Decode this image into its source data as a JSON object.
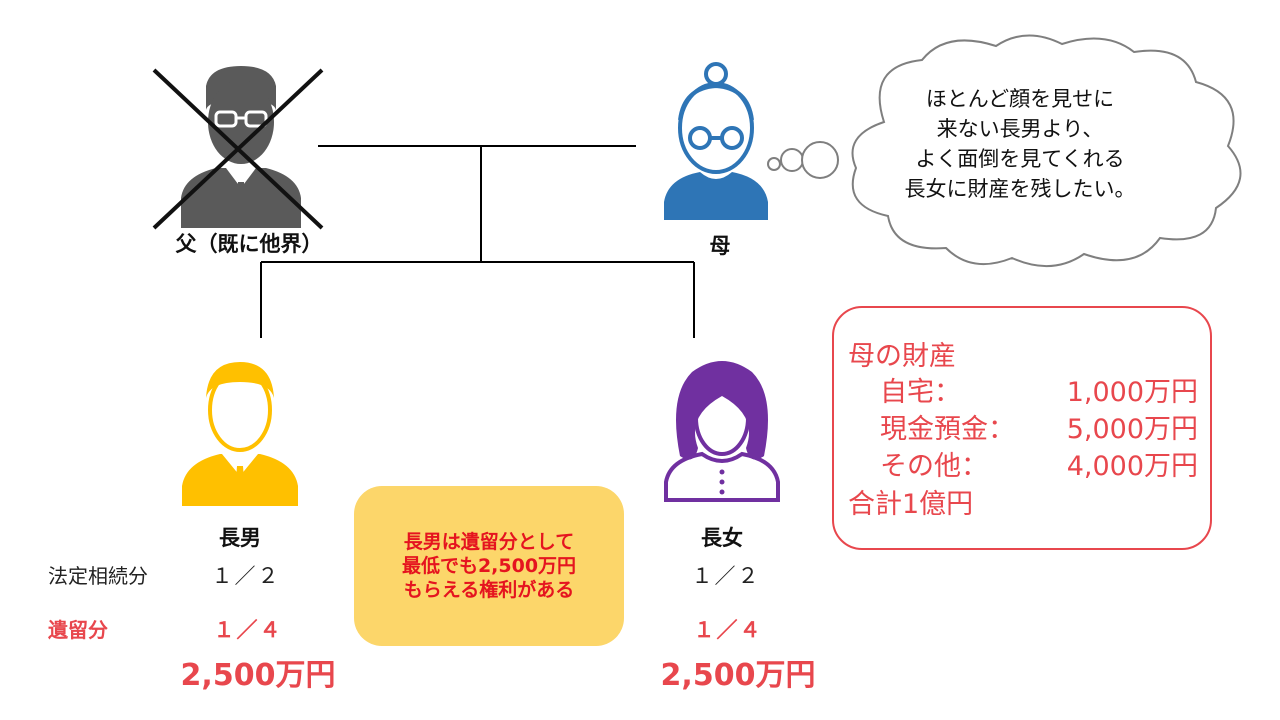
{
  "people": {
    "father": {
      "label": "父（既に他界）",
      "icon": "man-in-suit-crossed-out-icon"
    },
    "mother": {
      "label": "母",
      "icon": "elderly-woman-with-glasses-icon"
    },
    "son": {
      "label": "長男",
      "icon": "man-in-suit-icon"
    },
    "daughter": {
      "label": "長女",
      "icon": "woman-icon"
    }
  },
  "thought": {
    "lines": [
      "ほとんど顔を見せに",
      "来ない長男より、",
      "よく面倒を見てくれる",
      "長女に財産を残したい。"
    ]
  },
  "shares": {
    "legal_label": "法定相続分",
    "reserved_label": "遺留分",
    "son_legal": "１／２",
    "daughter_legal": "１／２",
    "son_reserved": "１／４",
    "daughter_reserved": "１／４",
    "son_amount": "2,500万円",
    "daughter_amount": "2,500万円"
  },
  "note": {
    "lines": [
      "長男は遺留分として",
      "最低でも2,500万円",
      "もらえる権利がある"
    ]
  },
  "estate": {
    "title": "母の財産",
    "items": [
      {
        "name": "自宅：",
        "value": "1,000万円"
      },
      {
        "name": "現金預金：",
        "value": "5,000万円"
      },
      {
        "name": "その他：",
        "value": "4,000万円"
      }
    ],
    "total": "合計1億円"
  },
  "colors": {
    "father": "#5a5a5a",
    "mother": "#2e75b6",
    "son": "#ffc000",
    "daughter": "#7030a0",
    "accent_red": "#e8474d",
    "note_bg": "#fcd66a"
  }
}
